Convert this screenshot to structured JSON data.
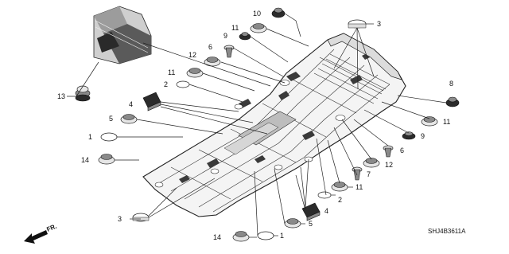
{
  "callouts": {
    "c1a": "1",
    "c1b": "1",
    "c2a": "2",
    "c2b": "2",
    "c3a": "3",
    "c3b": "3",
    "c4a": "4",
    "c4b": "4",
    "c5a": "5",
    "c5b": "5",
    "c6a": "6",
    "c6b": "6",
    "c7": "7",
    "c8": "8",
    "c9a": "9",
    "c9b": "9",
    "c10": "10",
    "c11a": "11",
    "c11b": "11",
    "c11c": "11",
    "c11d": "11",
    "c12a": "12",
    "c12b": "12",
    "c13": "13",
    "c14a": "14",
    "c14b": "14"
  },
  "diagram_code": "SHJ4B3611A",
  "direction_label": "FR."
}
